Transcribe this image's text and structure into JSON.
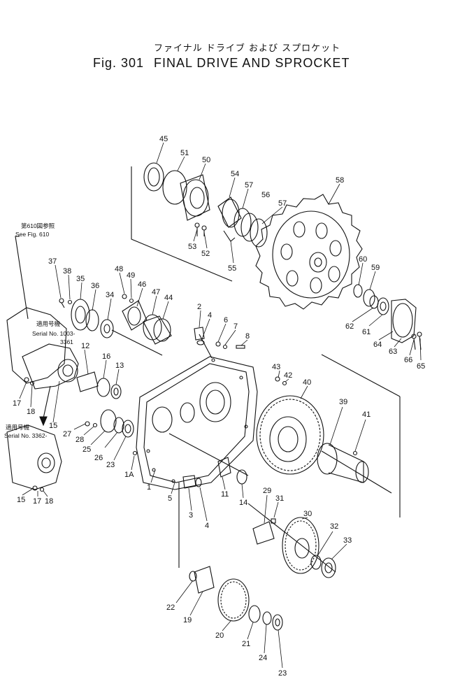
{
  "title": {
    "japanese": "ファイナル ドライブ および スプロケット",
    "fig_number": "Fig. 301",
    "english": "FINAL DRIVE AND SPROCKET"
  },
  "notes": {
    "see_fig_jp": "第610図参照",
    "see_fig_en": "See Fig. 610",
    "serial_a_jp": "適用号機",
    "serial_a_en": "Serial No. 1003-",
    "serial_a_range": "3361",
    "serial_b_jp": "適用号機",
    "serial_b_en": "Serial No. 3362-"
  },
  "part_numbers": [
    "45",
    "51",
    "50",
    "54",
    "57",
    "56",
    "57",
    "58",
    "53",
    "52",
    "55",
    "60",
    "59",
    "62",
    "61",
    "64",
    "63",
    "66",
    "65",
    "37",
    "38",
    "35",
    "36",
    "34",
    "48",
    "49",
    "46",
    "47",
    "44",
    "2",
    "4",
    "6",
    "7",
    "8",
    "12",
    "16",
    "13",
    "17",
    "18",
    "15",
    "27",
    "28",
    "25",
    "26",
    "23",
    "1A",
    "1",
    "5",
    "3",
    "4",
    "43",
    "42",
    "40",
    "39",
    "41",
    "11",
    "14",
    "29",
    "31",
    "30",
    "32",
    "33",
    "22",
    "19",
    "20",
    "21",
    "24",
    "23",
    "15",
    "17",
    "18"
  ]
}
